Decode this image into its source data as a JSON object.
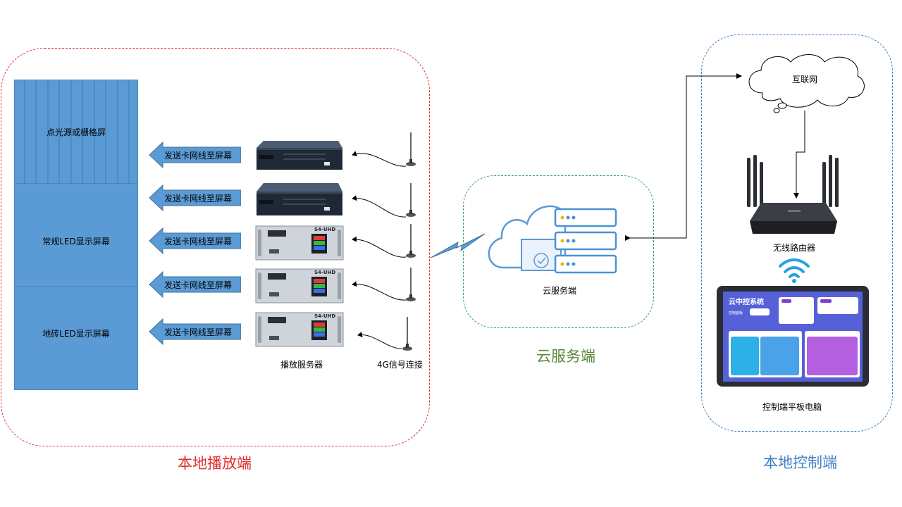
{
  "regions": {
    "local_label": "本地播放端",
    "cloud_label": "云服务端",
    "control_label": "本地控制端"
  },
  "colors": {
    "local_border": "#e03030",
    "cloud_border": "#3aa357",
    "control_border": "#3f7fc4",
    "screen_fill": "#5b9bd5",
    "arrow_fill": "#5b9bd5"
  },
  "screens": {
    "top": "点光源或栅格屏",
    "middle": "常规LED显示屏幕",
    "bottom": "地砖LED显示屏幕"
  },
  "arrows": [
    "发送卡网线至屏幕",
    "发送卡网线至屏幕",
    "发送卡网线至屏幕",
    "发送卡网线至屏幕",
    "发送卡网线至屏幕"
  ],
  "server_badge": "S4-UHD",
  "labels": {
    "play_server": "播放服务器",
    "signal": "4G信号连接",
    "cloud_service": "云服务端",
    "internet": "互联网",
    "router": "无线路由器",
    "tablet": "控制端平板电脑"
  },
  "tablet_ui": {
    "title": "云中控系统",
    "subtitle": "控制面板"
  }
}
